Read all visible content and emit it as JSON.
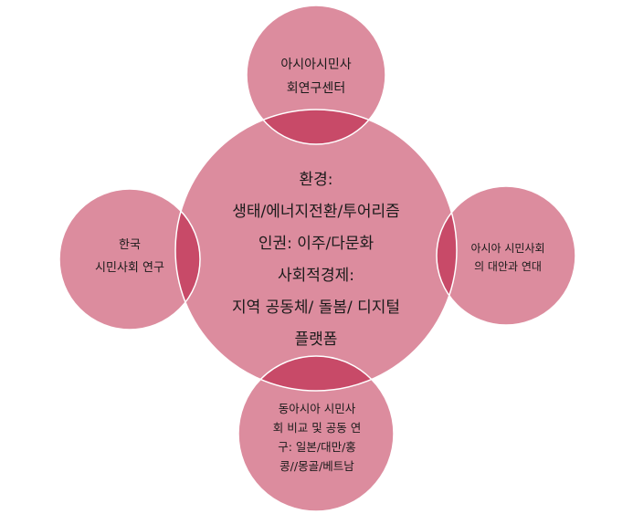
{
  "colors": {
    "circle_fill": "#dc8c9e",
    "circle_stroke": "#ffffff",
    "overlap_fill": "#c84a68"
  },
  "center": {
    "lines": [
      "환경:",
      "생태/에너지전환/투어리즘",
      "인권: 이주/다문화",
      "사회적경제:",
      "지역 공동체/ 돌봄/ 디지털",
      "플랫폼"
    ]
  },
  "top": {
    "lines": [
      "아시아시민사",
      "회연구센터"
    ]
  },
  "left": {
    "lines": [
      "한국",
      "시민사회 연구"
    ]
  },
  "right": {
    "lines": [
      "아시아 시민사회",
      "의 대안과 연대"
    ]
  },
  "bottom": {
    "lines": [
      "동아시아 시민사",
      "회 비교 및 공동 연",
      "구:   일본/대만/홍",
      "콩//몽골/베트남"
    ]
  }
}
